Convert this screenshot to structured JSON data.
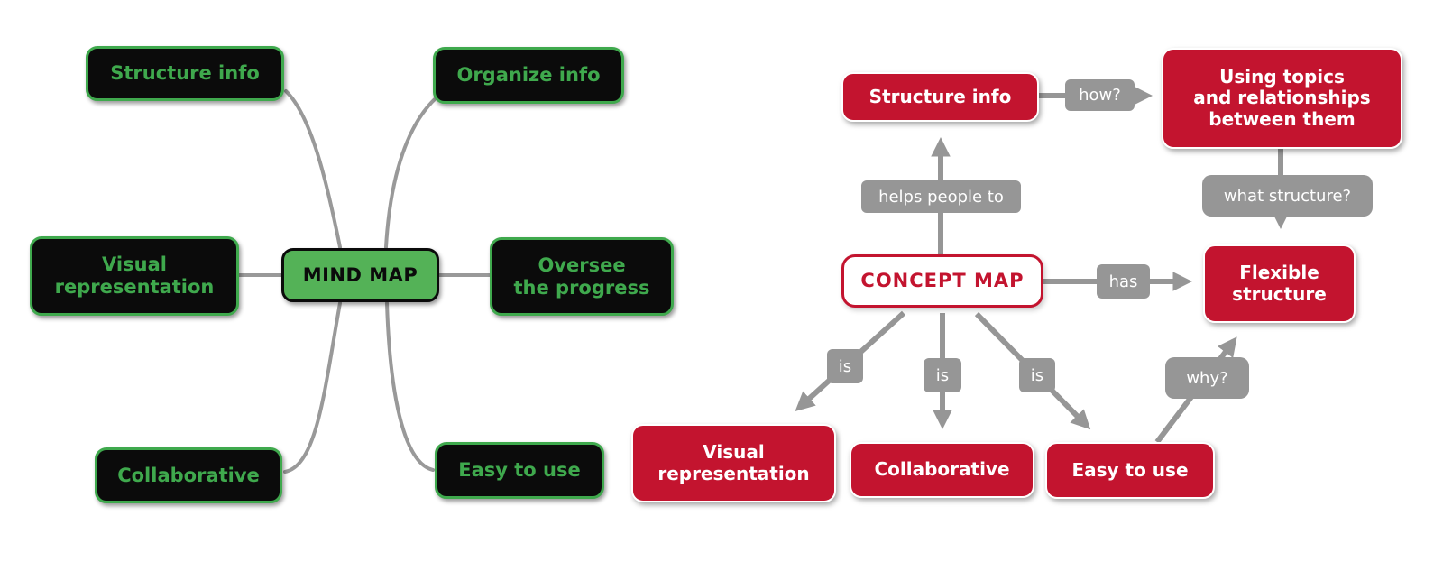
{
  "colors": {
    "red": "#c3142f",
    "gray": "#969696",
    "green_fill": "#54b257",
    "green_text": "#3fa94d",
    "node_black": "#0b0b0b",
    "line_gray": "#999999"
  },
  "mind_map": {
    "center_label": "MIND MAP",
    "nodes": [
      {
        "id": "structure-info",
        "label": "Structure info"
      },
      {
        "id": "organize-info",
        "label": "Organize info"
      },
      {
        "id": "visual-representation",
        "label": "Visual\nrepresentation"
      },
      {
        "id": "oversee-the-progress",
        "label": "Oversee\nthe progress"
      },
      {
        "id": "collaborative",
        "label": "Collaborative"
      },
      {
        "id": "easy-to-use",
        "label": "Easy to use"
      }
    ]
  },
  "concept_map": {
    "center_label": "CONCEPT MAP",
    "nodes": [
      {
        "id": "structure-info",
        "label": "Structure info"
      },
      {
        "id": "using-topics",
        "label": "Using topics\nand relationships\nbetween them"
      },
      {
        "id": "flexible-structure",
        "label": "Flexible\nstructure"
      },
      {
        "id": "visual-representation",
        "label": "Visual\nrepresentation"
      },
      {
        "id": "collaborative",
        "label": "Collaborative"
      },
      {
        "id": "easy-to-use",
        "label": "Easy to use"
      }
    ],
    "link_labels": {
      "helps": "helps people to",
      "how": "how?",
      "what_structure": "what structure?",
      "has": "has",
      "is_left": "is",
      "is_middle": "is",
      "is_right": "is",
      "why": "why?"
    }
  }
}
